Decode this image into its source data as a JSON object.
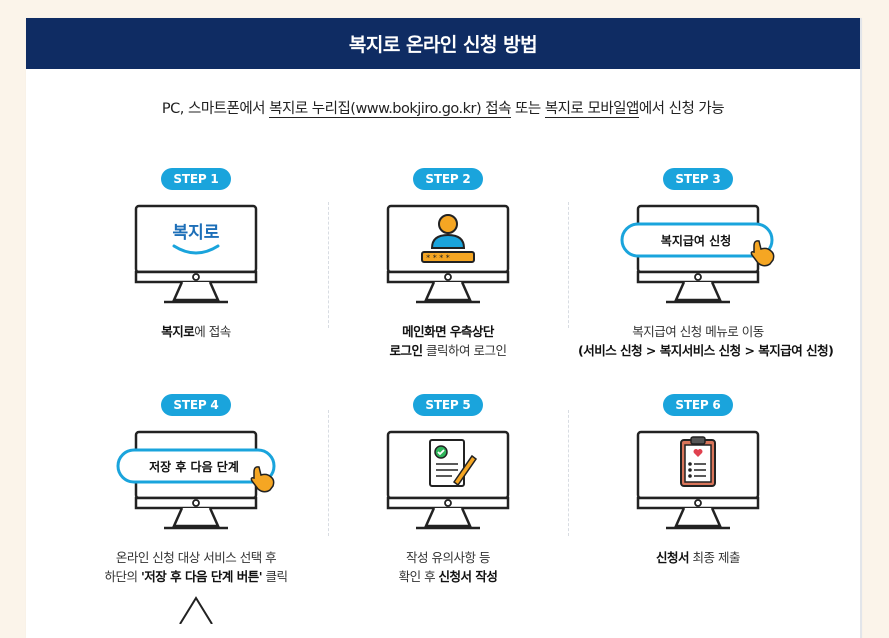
{
  "header": {
    "title": "복지로 온라인 신청 방법"
  },
  "intro": {
    "part1": "PC, 스마트폰에서 ",
    "link1": "복지로 누리집(www.bokjiro.go.kr) 접속",
    "part2": " 또는 ",
    "link2": "복지로 모바일앱",
    "part3": "에서 신청 가능"
  },
  "steps": [
    {
      "label": "STEP 1",
      "logo_text": "복지로",
      "caption_bold": "복지로",
      "caption_rest": "에 접속"
    },
    {
      "label": "STEP 2",
      "caption_line1_bold": "메인화면 우측상단",
      "caption_line2_bold": "로그인",
      "caption_line2_rest": " 클릭하여 로그인"
    },
    {
      "label": "STEP 3",
      "button_text": "복지급여 신청",
      "caption_line1": "복지급여 신청 메뉴로 이동",
      "caption_line2_bold": "(서비스 신청 > 복지서비스 신청 > 복지급여 신청)"
    },
    {
      "label": "STEP 4",
      "button_text": "저장 후 다음 단계",
      "caption_line1": "온라인 신청 대상 서비스 선택 후",
      "caption_line2_pre": "하단의 ",
      "caption_line2_bold": "'저장 후 다음 단계 버튼'",
      "caption_line2_post": " 클릭"
    },
    {
      "label": "STEP 5",
      "caption_line1": "작성 유의사항 등",
      "caption_line2_pre": "확인 후 ",
      "caption_line2_bold": "신청서 작성"
    },
    {
      "label": "STEP 6",
      "caption_bold": "신청서",
      "caption_rest": " 최종 제출"
    }
  ],
  "colors": {
    "header_bg": "#0f2c63",
    "step_pill": "#1aa4dc",
    "monitor_stroke": "#222222",
    "accent_orange": "#f5a623",
    "accent_blue": "#1aa4dc"
  }
}
